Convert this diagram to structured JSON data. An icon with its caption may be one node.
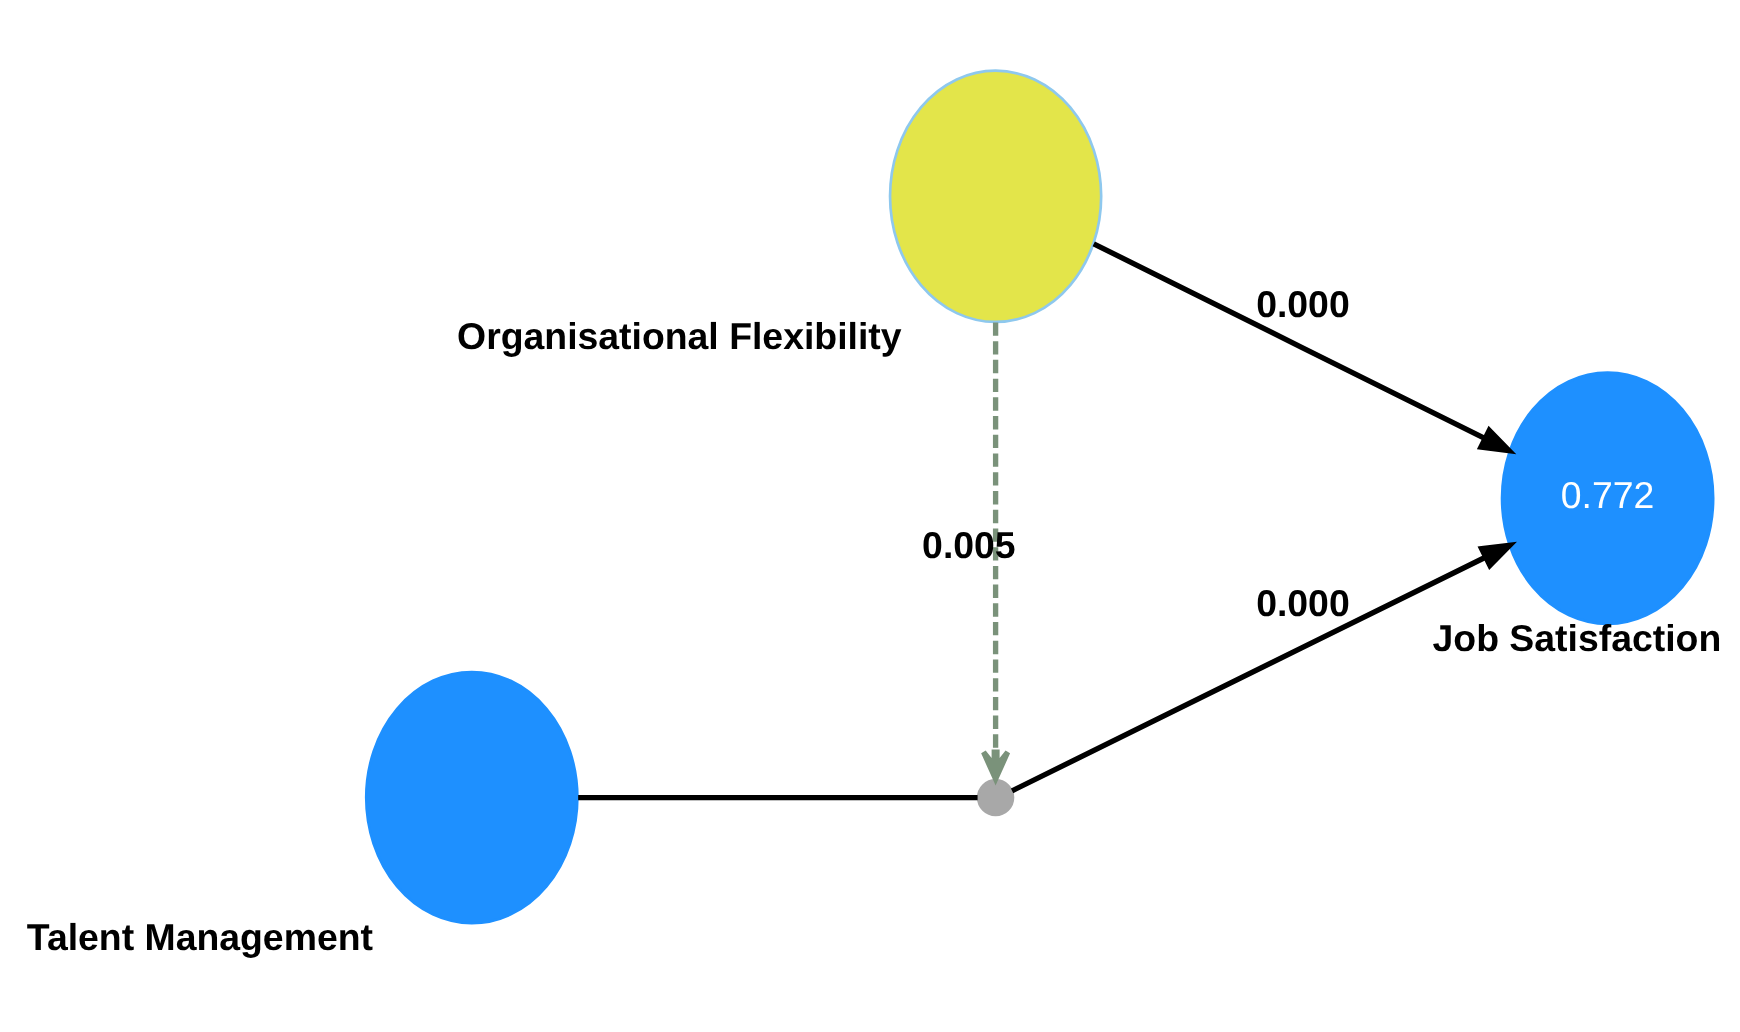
{
  "diagram": {
    "nodes": [
      {
        "text": [
          "Organisational Flexibility"
        ]
      },
      {
        "text": [
          "Talent Management"
        ]
      },
      {
        "text": [],
        "shape": "circle"
      },
      {
        "text": [
          "0.772",
          "Job Satisfaction"
        ]
      }
    ],
    "edges": [
      {
        "from": 0,
        "to": 3,
        "arrow": "to",
        "label": "0.000"
      },
      {
        "from": 0,
        "to": 2,
        "arrow": "to",
        "label": "0.005",
        "style": "dashed",
        "color": "#7a927a"
      },
      {
        "from": 1,
        "to": 2,
        "arrow": "none"
      },
      {
        "from": 2,
        "to": 3,
        "arrow": "to",
        "label": "0.000"
      }
    ]
  }
}
